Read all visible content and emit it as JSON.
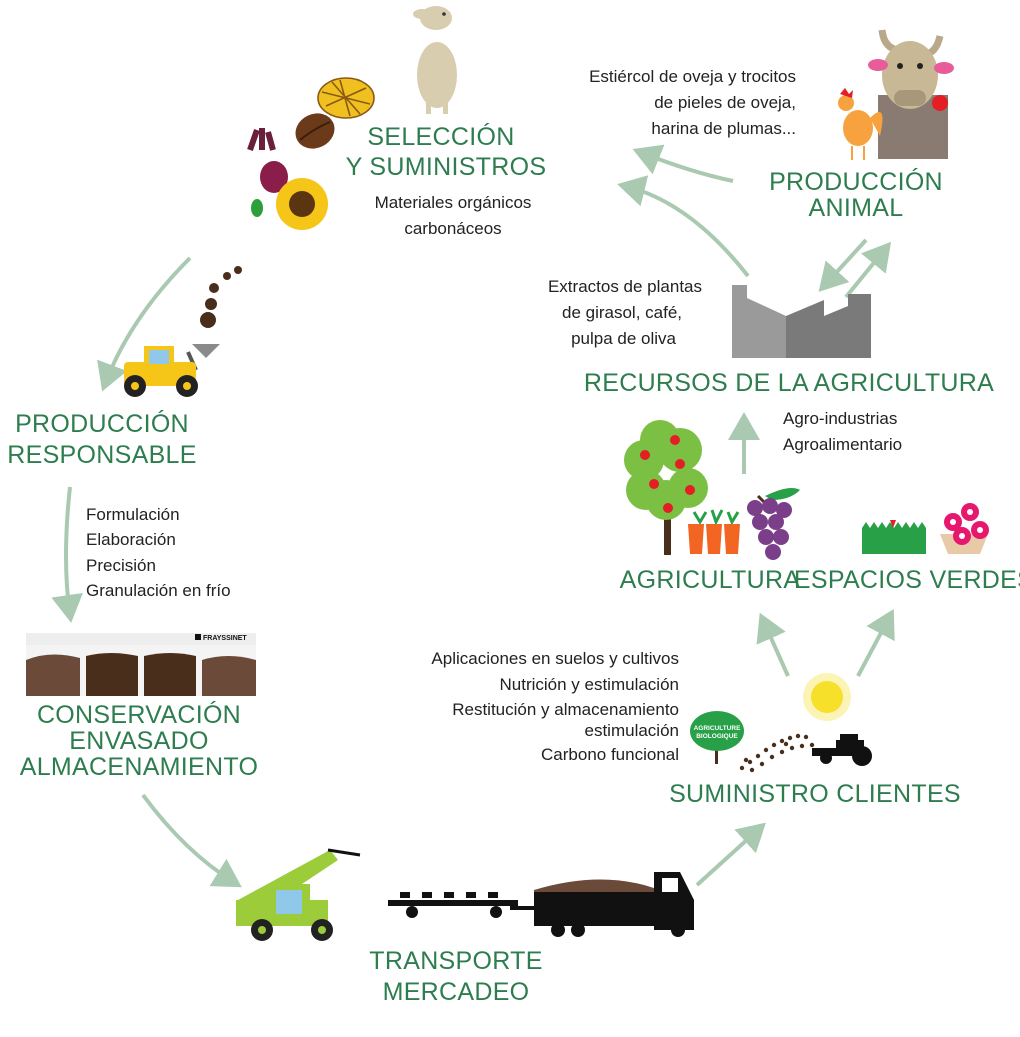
{
  "colors": {
    "stage_text": "#2e7d4f",
    "desc_text": "#222222",
    "arrow": "#a9c9b0",
    "soil": "#4a2e1c",
    "yellow_machine": "#f5c518",
    "lime_machine": "#9ccc3a",
    "truck": "#111111",
    "factory_light": "#9a9a9a",
    "factory_dark": "#7a7a7a",
    "tree_green": "#7bc043",
    "carrot": "#f26522",
    "grape": "#7b3f8a",
    "grass": "#27a047",
    "flower": "#e6186d",
    "sun": "#f6e02a"
  },
  "stages": {
    "seleccion": {
      "line1": "SELECCIÓN",
      "line2": "Y SUMINISTROS"
    },
    "produccion_animal": {
      "line1": "PRODUCCIÓN",
      "line2": "ANIMAL"
    },
    "produccion_responsable": {
      "line1": "PRODUCCIÓN",
      "line2": "RESPONSABLE"
    },
    "recursos": {
      "line1": "RECURSOS DE LA AGRICULTURA"
    },
    "agricultura": {
      "line1": "AGRICULTURA"
    },
    "espacios_verdes": {
      "line1": "ESPACIOS VERDES"
    },
    "conservacion": {
      "line1": "CONSERVACIÓN",
      "line2": "ENVASADO",
      "line3": "ALMACENAMIENTO"
    },
    "suministro_clientes": {
      "line1": "SUMINISTRO CLIENTES"
    },
    "transporte": {
      "line1": "TRANSPORTE",
      "line2": "MERCADEO"
    }
  },
  "descriptions": {
    "materiales": [
      "Materiales orgánicos",
      "carbonáceos"
    ],
    "estiercol": [
      "Estiércol de oveja y trocitos",
      "de pieles de oveja,",
      "harina de plumas..."
    ],
    "extractos": [
      "Extractos de plantas",
      "de girasol, café,",
      "pulpa de oliva"
    ],
    "agro": [
      "Agro-industrias",
      "Agroalimentario"
    ],
    "formulacion": [
      "Formulación",
      "Elaboración",
      "Precisión",
      "Granulación en frío"
    ],
    "aplicaciones": [
      "Aplicaciones en suelos y cultivos",
      "Nutrición y estimulación",
      "Restitución y almacenamiento",
      "estimulación",
      "Carbono funcional"
    ]
  },
  "brand": {
    "frayssinet": "FRAYSSINET",
    "bio_logo_line1": "AGRICULTURE",
    "bio_logo_line2": "BIOLOGIQUE"
  },
  "icons": [
    "sheep-icon",
    "hay-icon",
    "coffee-bean-icon",
    "beet-icon",
    "sunflower-icon",
    "olive-icon",
    "cow-icon",
    "rooster-icon",
    "factory-icon",
    "wheel-loader-icon",
    "compost-dots-icon",
    "tree-icon",
    "carrots-icon",
    "grapes-icon",
    "grass-icon",
    "flower-pot-icon",
    "sun-icon",
    "tractor-icon",
    "bio-logo-icon",
    "storage-bins-icon",
    "telehandler-icon",
    "truck-trailer-icon"
  ]
}
